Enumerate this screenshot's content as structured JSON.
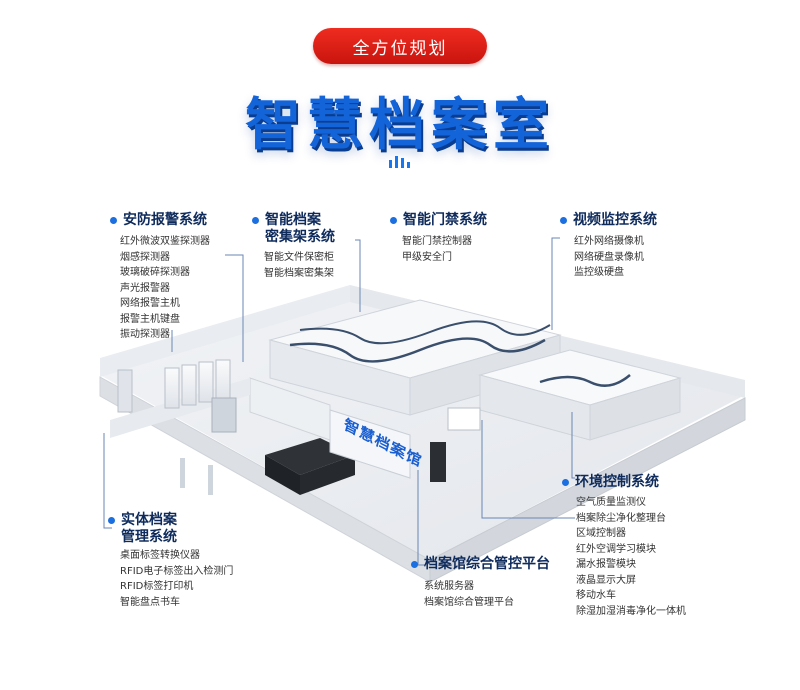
{
  "banner": "全方位规划",
  "title": "智慧档案室",
  "wall_label": "智慧档案馆",
  "colors": {
    "accent": "#1464d9",
    "banner": "#e0241a",
    "leader": "#6b87b5"
  },
  "sections": {
    "security": {
      "title": "安防报警系统",
      "items": [
        "红外微波双鉴探测器",
        "烟感探测器",
        "玻璃破碎探测器",
        "声光报警器",
        "网络报警主机",
        "报警主机键盘",
        "振动探测器"
      ]
    },
    "shelving": {
      "title": "智能档案\n密集架系统",
      "items": [
        "智能文件保密柜",
        "智能档案密集架"
      ]
    },
    "access": {
      "title": "智能门禁系统",
      "items": [
        "智能门禁控制器",
        "甲级安全门"
      ]
    },
    "video": {
      "title": "视频监控系统",
      "items": [
        "红外网络摄像机",
        "网络硬盘录像机",
        "监控级硬盘"
      ]
    },
    "environment": {
      "title": "环境控制系统",
      "items": [
        "空气质量监测仪",
        "档案除尘净化整理台",
        "区域控制器",
        "红外空调学习模块",
        "漏水报警模块",
        "液晶显示大屏",
        "移动水车",
        "除湿加湿消毒净化一体机"
      ]
    },
    "physical": {
      "title": "实体档案\n管理系统",
      "items": [
        "桌面标签转换仪器",
        "RFID电子标签出入检测门",
        "RFID标签打印机",
        "智能盘点书车"
      ]
    },
    "platform": {
      "title": "档案馆综合管控平台",
      "items": [
        "系统服务器",
        "档案馆综合管理平台"
      ]
    }
  }
}
